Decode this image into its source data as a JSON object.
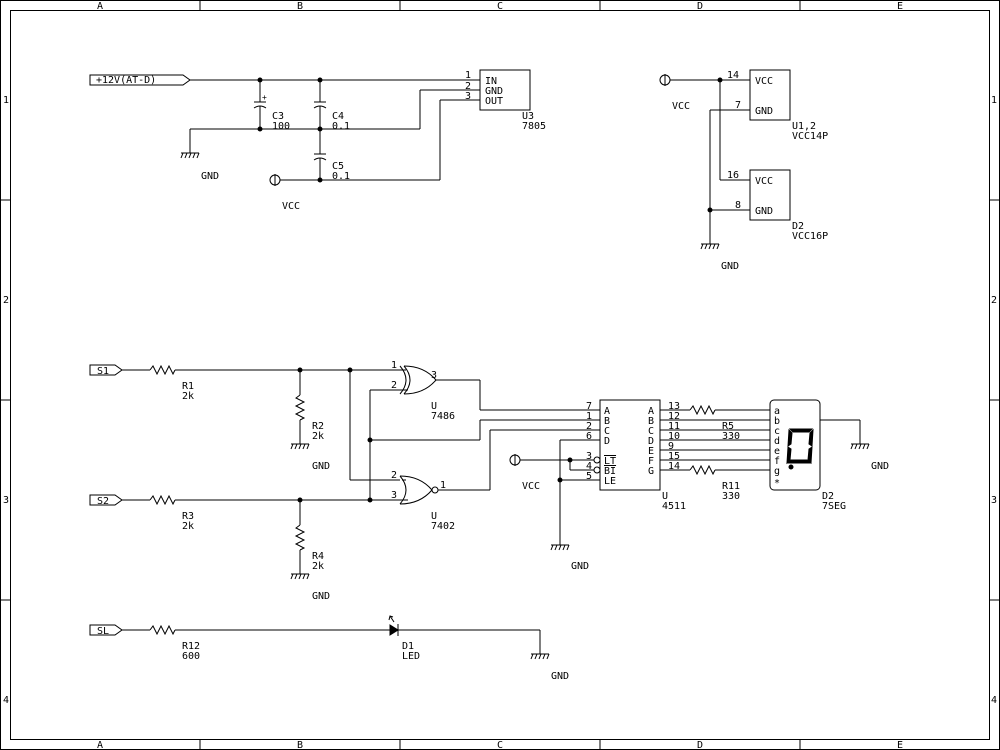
{
  "border": {
    "cols": [
      "A",
      "B",
      "C",
      "D",
      "E"
    ],
    "rows": [
      "1",
      "2",
      "3",
      "4"
    ]
  },
  "power": {
    "input_label": "+12V(AT-D)",
    "c3": {
      "ref": "C3",
      "value": "100"
    },
    "c4": {
      "ref": "C4",
      "value": "0.1"
    },
    "c5": {
      "ref": "C5",
      "value": "0.1"
    },
    "gnd": "GND",
    "vcc": "VCC",
    "reg": {
      "ref": "U3",
      "value": "7805",
      "pins": {
        "in": "IN",
        "gnd": "GND",
        "out": "OUT"
      },
      "nums": [
        "1",
        "2",
        "3"
      ]
    }
  },
  "supply": {
    "vcc": "VCC",
    "gnd": "GND",
    "u12": {
      "ref": "U1,2",
      "value": "VCC14P",
      "vcc": "VCC",
      "gnd": "GND",
      "p_vcc": "14",
      "p_gnd": "7"
    },
    "d2": {
      "ref": "D2",
      "value": "VCC16P",
      "vcc": "VCC",
      "gnd": "GND",
      "p_vcc": "16",
      "p_gnd": "8"
    }
  },
  "logic": {
    "s1": "S1",
    "s2": "S2",
    "sl": "SL",
    "r1": {
      "ref": "R1",
      "value": "2k"
    },
    "r2": {
      "ref": "R2",
      "value": "2k"
    },
    "r3": {
      "ref": "R3",
      "value": "2k"
    },
    "r4": {
      "ref": "R4",
      "value": "2k"
    },
    "r12": {
      "ref": "R12",
      "value": "600"
    },
    "gnd": "GND",
    "vcc": "VCC",
    "xor": {
      "ref": "U",
      "value": "7486",
      "p_in1": "1",
      "p_in2": "2",
      "p_out": "3"
    },
    "nor": {
      "ref": "U",
      "value": "7402",
      "p_in1": "2",
      "p_in2": "3",
      "p_out": "1"
    },
    "dec": {
      "ref": "U",
      "value": "4511",
      "left": [
        "A",
        "B",
        "C",
        "D",
        "LT",
        "BI",
        "LE"
      ],
      "left_nums": [
        "7",
        "1",
        "2",
        "6",
        "3",
        "4",
        "5"
      ],
      "right": [
        "A",
        "B",
        "C",
        "D",
        "E",
        "F",
        "G"
      ],
      "right_nums": [
        "13",
        "12",
        "11",
        "10",
        "9",
        "15",
        "14"
      ]
    },
    "r5": {
      "ref": "R5",
      "value": "330"
    },
    "r11": {
      "ref": "R11",
      "value": "330"
    },
    "seg": {
      "ref": "D2",
      "value": "7SEG",
      "pins": [
        "a",
        "b",
        "c",
        "d",
        "e",
        "f",
        "g",
        "*"
      ]
    },
    "led": {
      "ref": "D1",
      "value": "LED"
    }
  }
}
